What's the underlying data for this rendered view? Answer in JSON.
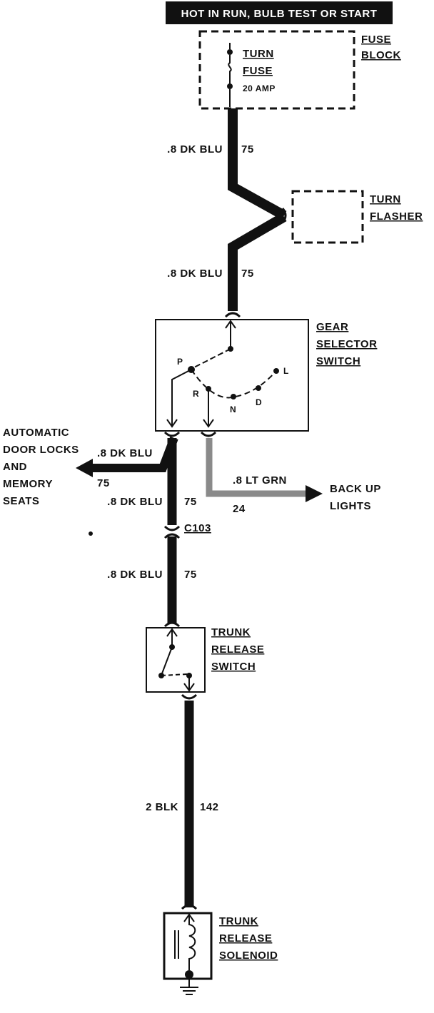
{
  "header": {
    "text": "HOT IN RUN, BULB TEST OR START"
  },
  "fuse_block": {
    "label_line1": "FUSE",
    "label_line2": "BLOCK",
    "fuse_name_line1": "TURN",
    "fuse_name_line2": "FUSE",
    "rating": "20 AMP"
  },
  "flasher": {
    "label_line1": "TURN",
    "label_line2": "FLASHER"
  },
  "gear_selector": {
    "label_line1": "GEAR",
    "label_line2": "SELECTOR",
    "label_line3": "SWITCH",
    "positions": {
      "p": "P",
      "r": "R",
      "n": "N",
      "d": "D",
      "l": "L"
    }
  },
  "trunk_switch": {
    "label_line1": "TRUNK",
    "label_line2": "RELEASE",
    "label_line3": "SWITCH"
  },
  "trunk_solenoid": {
    "label_line1": "TRUNK",
    "label_line2": "RELEASE",
    "label_line3": "SOLENOID"
  },
  "destinations": {
    "auto_line1": "AUTOMATIC",
    "auto_line2": "DOOR LOCKS",
    "auto_line3": "AND",
    "auto_line4": "MEMORY",
    "auto_line5": "SEATS",
    "backup_line1": "BACK UP",
    "backup_line2": "LIGHTS"
  },
  "connector": {
    "name": "C103"
  },
  "wires": [
    {
      "id": "w1",
      "size_color": ".8 DK BLU",
      "circuit": "75"
    },
    {
      "id": "w2",
      "size_color": ".8 DK BLU",
      "circuit": "75"
    },
    {
      "id": "w3",
      "size_color": ".8 DK BLU",
      "circuit": "75"
    },
    {
      "id": "w4",
      "size_color": ".8 DK BLU",
      "circuit": "75"
    },
    {
      "id": "w5",
      "size_color": ".8 DK BLU",
      "circuit": "75"
    },
    {
      "id": "w6",
      "size_color": ".8 LT GRN",
      "circuit": "24"
    },
    {
      "id": "w7",
      "size_color": "2 BLK",
      "circuit": "142"
    }
  ]
}
